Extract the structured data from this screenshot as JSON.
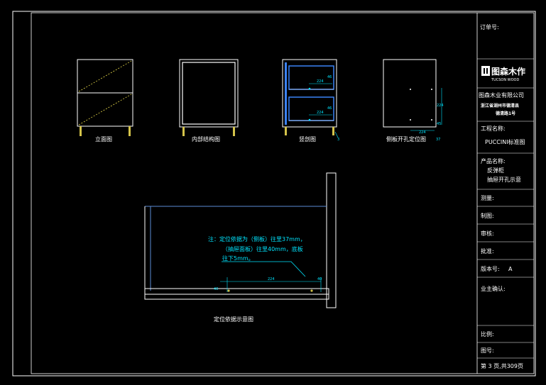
{
  "views": {
    "elevation": "立面图",
    "internal": "内部结构图",
    "section": "竖剖图",
    "side_panel": "侧板开孔定位图",
    "locator": "定位依据示意图"
  },
  "dimensions": {
    "section_top_width": "224",
    "section_top_height": "46",
    "section_bottom_width": "224",
    "section_bottom_height": "46",
    "section_side": "3",
    "side_width": "224",
    "side_height": "224",
    "side_small_a": "45",
    "side_small_b": "37",
    "locator_width": "224",
    "locator_right": "40",
    "locator_left": "40"
  },
  "note": {
    "line1": "注：定位依据为（侧板）往里37mm，",
    "line2": "（抽屉面板）往里40mm，底板",
    "line3": "往下5mm。"
  },
  "title_block": {
    "order_no": "订单号:",
    "logo_name": "图森木作",
    "logo_en": "TUCSON WOOD",
    "company": "图森木业有限公司",
    "address_1": "浙江省湖州市德清县",
    "address_2": "德清路1号",
    "project_label": "工程名称:",
    "project_value": "PUCCINI标准图",
    "product_label": "产品名称:",
    "product_line1": "反弹柜",
    "product_line2": "抽屉开孔示意",
    "survey": "测量:",
    "drawn": "制图:",
    "review": "审核:",
    "approve": "批准:",
    "version_label": "版本号:",
    "version_value": "A",
    "owner_confirm": "业主确认:",
    "scale": "比例:",
    "drawing_no": "图号:",
    "page": "第 3 页,共309页"
  },
  "colors": {
    "background": "#000000",
    "line": "#ffffff",
    "dimension": "#00e5ff",
    "hidden": "#e6d84a",
    "blue": "#3b82f6",
    "leg": "#d4c34a"
  }
}
